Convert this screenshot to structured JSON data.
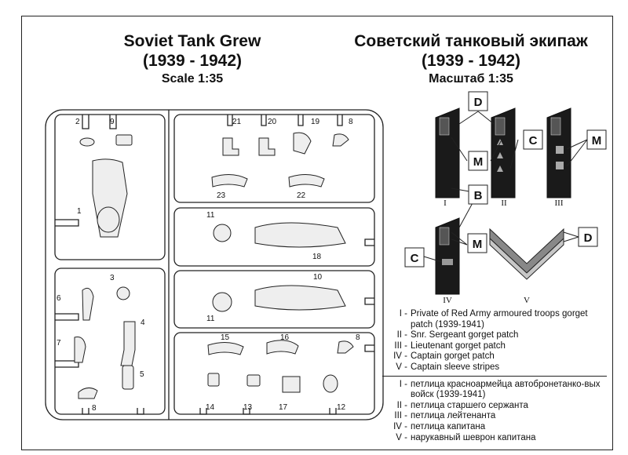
{
  "title_en": {
    "line1": "Soviet Tank Grew",
    "line2": "(1939 - 1942)",
    "scale": "Scale 1:35"
  },
  "title_ru": {
    "line1": "Советский танковый экипаж",
    "line2": "(1939 - 1942)",
    "scale": "Масштаб 1:35"
  },
  "sprue_numbers": {
    "p1": "1",
    "p2": "2",
    "p3": "3",
    "p4": "4",
    "p5": "5",
    "p6": "6",
    "p7": "7",
    "p8a": "8",
    "p8b": "8",
    "p8c": "8",
    "p9": "9",
    "p10": "10",
    "p11a": "11",
    "p11b": "11",
    "p12": "12",
    "p13": "13",
    "p14": "14",
    "p15": "15",
    "p16": "16",
    "p17": "17",
    "p18": "18",
    "p19": "19",
    "p20": "20",
    "p21": "21",
    "p22": "22",
    "p23": "23"
  },
  "insignia_letters": {
    "D1": "D",
    "M1": "M",
    "C1": "C",
    "M2": "M",
    "B": "B",
    "C2": "C",
    "M3": "M",
    "D2": "D"
  },
  "roman_labels": {
    "r1": "I",
    "r2": "II",
    "r3": "III",
    "r4": "IV",
    "r5": "V"
  },
  "legend_en": [
    {
      "key": "I -",
      "text": "Private of Red Army armoured troops gorget patch (1939-1941)"
    },
    {
      "key": "II -",
      "text": "Snr. Sergeant gorget patch"
    },
    {
      "key": "III -",
      "text": "Lieutenant gorget patch"
    },
    {
      "key": "IV -",
      "text": "Captain gorget patch"
    },
    {
      "key": "V -",
      "text": "Captain sleeve stripes"
    }
  ],
  "legend_ru": [
    {
      "key": "I -",
      "text": "петлица красноармейца автобронетанко-вых войск (1939-1941)"
    },
    {
      "key": "II -",
      "text": "петлица старшего сержанта"
    },
    {
      "key": "III -",
      "text": "петлица лейтенанта"
    },
    {
      "key": "IV -",
      "text": "петлица капитана"
    },
    {
      "key": "V -",
      "text": "нарукавный шеврон капитана"
    }
  ]
}
